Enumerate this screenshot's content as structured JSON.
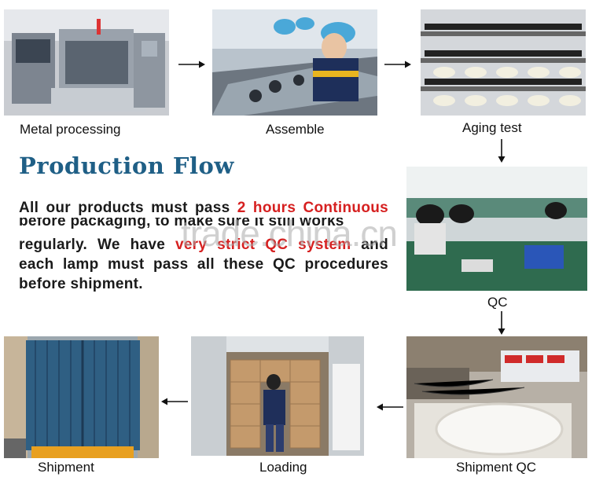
{
  "steps": {
    "metal_processing": "Metal processing",
    "assemble": "Assemble",
    "aging_test": "Aging test",
    "qc": "QC",
    "shipment_qc": "Shipment QC",
    "loading": "Loading",
    "shipment": "Shipment"
  },
  "heading": "Production Flow",
  "paragraph": {
    "line1_a": "All our products must pass ",
    "line1_red": "2 hours Continuous",
    "line2": "before packaging, to make sure it still works",
    "line3_a": "regularly. We have ",
    "line3_red": "very strict QC system",
    "line3_b": " and",
    "line4": "each lamp must pass all these QC procedures",
    "line5": "before shipment."
  },
  "watermark": "trade.china.cn",
  "colors": {
    "heading": "#1f5f86",
    "highlight": "#d62020",
    "text": "#1a1a1a"
  }
}
